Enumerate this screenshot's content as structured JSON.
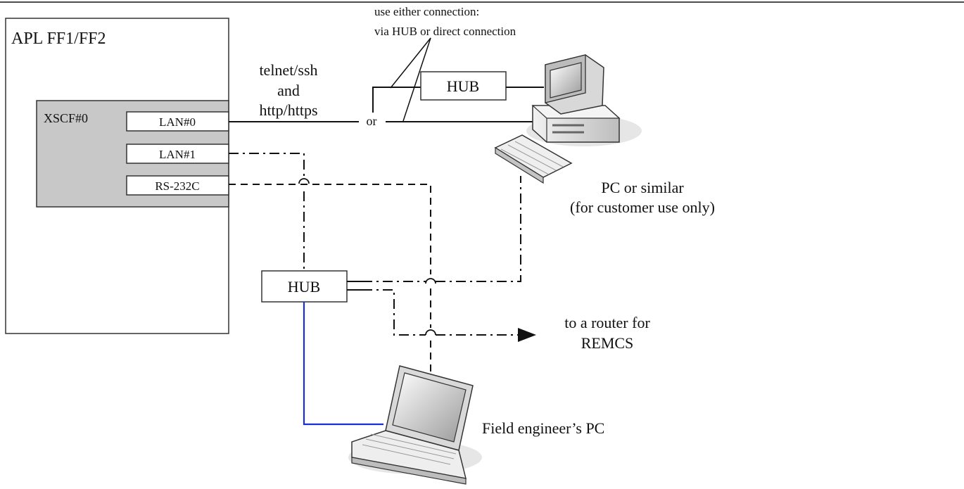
{
  "apl": {
    "label": "APL FF1/FF2"
  },
  "xscf": {
    "label": "XSCF#0",
    "ports": {
      "lan0": "LAN#0",
      "lan1": "LAN#1",
      "rs232c": "RS-232C"
    }
  },
  "protocols": {
    "line1": "telnet/ssh",
    "line2": "and",
    "line3": "http/https"
  },
  "note": {
    "line1": "use either connection:",
    "line2": "via HUB or direct connection"
  },
  "hub_top": {
    "label": "HUB"
  },
  "or_label": "or",
  "hub_bottom": {
    "label": "HUB"
  },
  "customer_pc": {
    "line1": "PC or similar",
    "line2": "(for customer use only)"
  },
  "router": {
    "line1": "to a router for",
    "line2": "REMCS"
  },
  "field_pc": {
    "label": "Field engineer’s PC"
  },
  "colors": {
    "line": "#111111",
    "xscf_fill": "#c8c8c8",
    "blue_cable": "#1a2fd6",
    "device_gray": "#9a9a9a"
  }
}
